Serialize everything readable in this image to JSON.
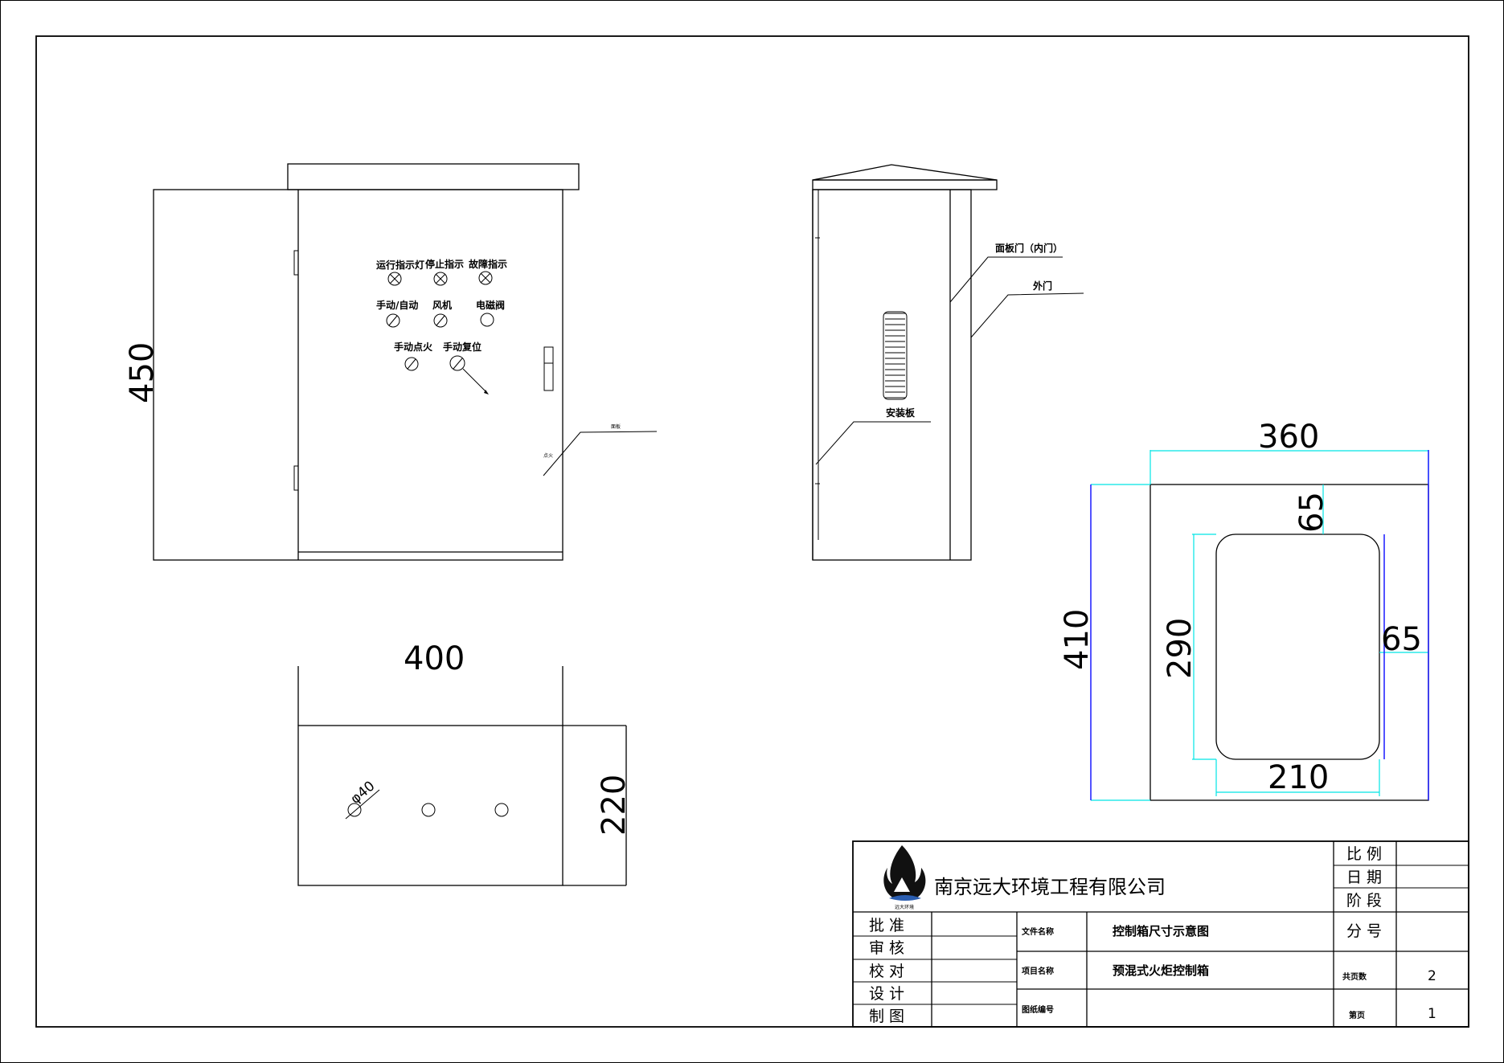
{
  "front_view": {
    "labels": {
      "run_indicator": "运行指示灯",
      "stop_indicator": "停止指示",
      "fault_indicator": "故障指示",
      "manual_auto": "手动/自动",
      "fan": "风机",
      "solenoid_valve": "电磁阀",
      "manual_ignition": "手动点火",
      "manual_reset": "手动复位",
      "leader_tiny_a": "面板",
      "leader_tiny_b": "点火"
    },
    "height_dim": "450"
  },
  "side_view": {
    "panel_door": "面板门（内门）",
    "outer_door": "外门",
    "mounting_plate": "安装板"
  },
  "top_view": {
    "width_dim": "400",
    "depth_dim": "220",
    "hole_dim": "φ40"
  },
  "back_view": {
    "width_dim": "360",
    "top_margin_dim": "65",
    "right_margin_dim": "65",
    "height_dim": "410",
    "opening_height_dim": "290",
    "opening_width_dim": "210"
  },
  "title_block": {
    "company": "南京远大环境工程有限公司",
    "logo_caption": "远大环境",
    "scale_label": "比 例",
    "date_label": "日 期",
    "stage_label": "阶 段",
    "approve": "批 准",
    "review": "审 核",
    "check": "校 对",
    "design": "设 计",
    "draw": "制 图",
    "file_name_label": "文件名称",
    "file_name": "控制箱尺寸示意图",
    "project_name_label": "项目名称",
    "project_name": "预混式火炬控制箱",
    "drawing_no_label": "图纸编号",
    "sub_no_label": "分 号",
    "total_pages_label": "共页数",
    "total_pages": "2",
    "page_label": "第页",
    "page": "1"
  }
}
